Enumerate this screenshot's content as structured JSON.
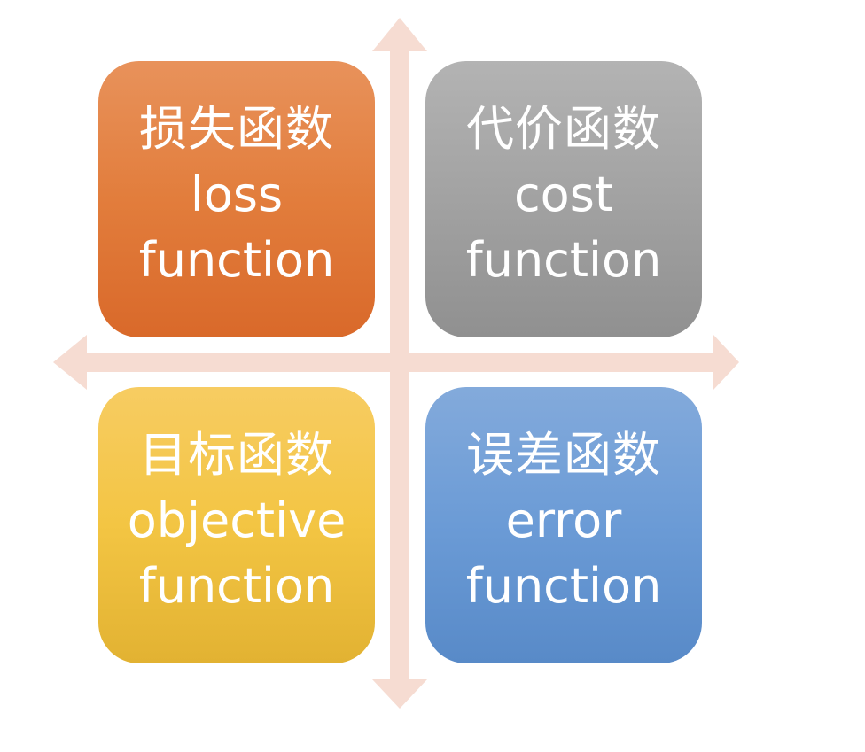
{
  "colors": {
    "axis": "#f6dcd2",
    "tl": "#e47f3e",
    "tr": "#a5a5a5",
    "bl": "#f4c545",
    "br": "#6b9bd6",
    "text": "#ffffff"
  },
  "quadrants": {
    "top_left": {
      "title_cn": "损失函数",
      "title_en_1": "loss",
      "title_en_2": "function"
    },
    "top_right": {
      "title_cn": "代价函数",
      "title_en_1": "cost",
      "title_en_2": "function"
    },
    "bottom_left": {
      "title_cn": "目标函数",
      "title_en_1": "objective",
      "title_en_2": "function"
    },
    "bottom_right": {
      "title_cn": "误差函数",
      "title_en_1": "error",
      "title_en_2": "function"
    }
  }
}
